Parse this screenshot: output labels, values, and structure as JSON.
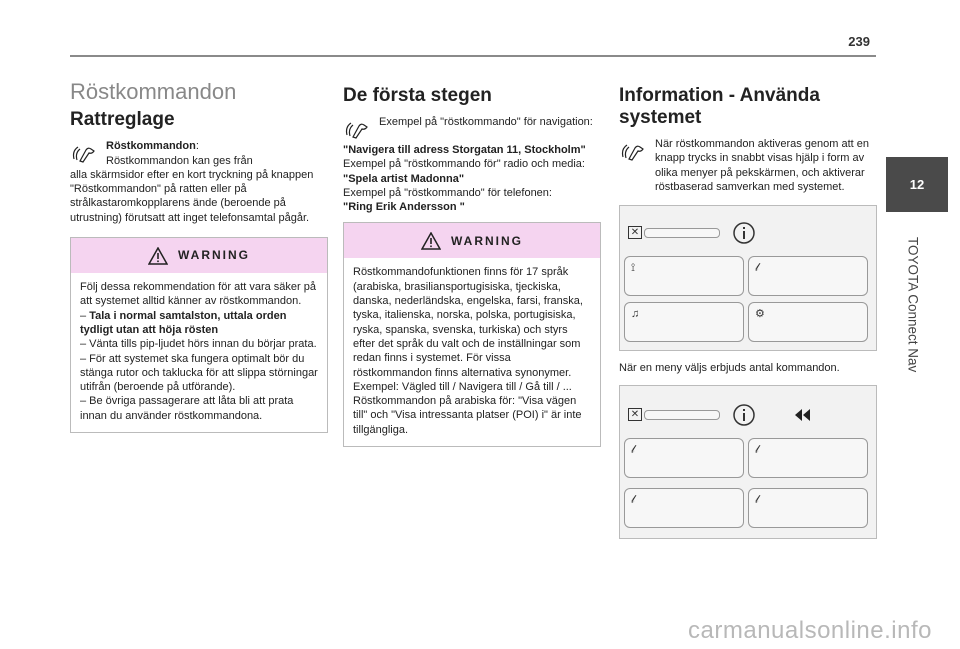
{
  "page": {
    "number": "239",
    "chapter_tab": "12",
    "chapter_label": "TOYOTA Connect Nav",
    "watermark": "carmanualsonline.info"
  },
  "col1": {
    "section_title": "Röstkommandon",
    "sub_title": "Rattreglage",
    "para_bold": "Röstkommandon",
    "para_line1_suffix": ":",
    "para_line2": "Röstkommandon kan ges från",
    "para_cont": "alla skärmsidor efter en kort tryckning på knappen \"Röstkommandon\" på ratten eller på strålkastaromkopplarens ände (beroende på utrustning) förutsatt att inget telefonsamtal pågår.",
    "warning_title": "WARNING",
    "warning_p1": "Följ dessa rekommendation för att vara säker på att systemet alltid känner av röstkommandon.",
    "warning_p2_dash": "– ",
    "warning_p2_bold": "Tala i normal samtalston, uttala orden tydligt utan att höja rösten",
    "warning_p3": "– Vänta tills pip-ljudet hörs innan du börjar prata.",
    "warning_p4": "– För att systemet ska fungera optimalt bör du stänga rutor och taklucka för att slippa störningar utifrån (beroende på utförande).",
    "warning_p5": "– Be övriga passagerare att låta bli att prata innan du använder röstkommandona."
  },
  "col2": {
    "title": "De första stegen",
    "ex1_text": "Exempel på \"röstkommando\" för navigation:",
    "ex1_cmd": "\"Navigera till adress Storgatan 11, Stockholm\"",
    "ex2_text": "Exempel på \"röstkommando för\" radio och media:",
    "ex2_cmd": "\"Spela artist Madonna\"",
    "ex3_text": "Exempel på \"röstkommando\" för telefonen:",
    "ex3_cmd": "\"Ring Erik Andersson \"",
    "warning_title": "WARNING",
    "warning_body": "Röstkommandofunktionen finns för 17 språk (arabiska, brasiliansportugisiska, tjeckiska, danska, nederländska, engelska, farsi, franska, tyska, italienska, norska, polska, portugisiska, ryska, spanska, svenska, turkiska) och styrs efter det språk du valt och de inställningar som redan finns i systemet. För vissa röstkommandon finns alternativa synonymer.",
    "warning_example": "Exempel: Vägled till / Navigera till / Gå till / ... Röstkommandon på arabiska för: \"Visa vägen till\" och \"Visa intressanta platser (POI) i\" är inte tillgängliga."
  },
  "col3": {
    "title": "Information - Använda systemet",
    "intro": "När röstkommandon aktiveras genom att en knapp trycks in snabbt visas hjälp i form av olika menyer på pekskärmen, och aktiverar röstbaserad samverkan med systemet.",
    "caption": "När en meny väljs erbjuds antal kommandon."
  }
}
